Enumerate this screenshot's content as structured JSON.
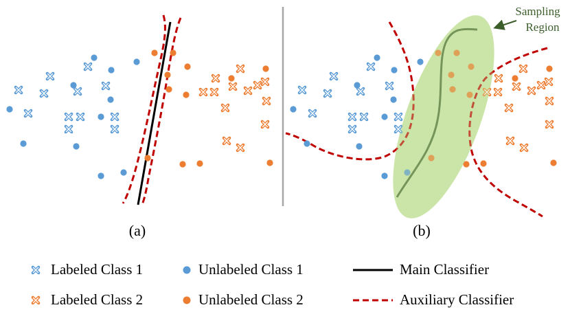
{
  "colors": {
    "class1": "#5b9bd5",
    "class2": "#ed7d31",
    "main_classifier": "#000000",
    "auxiliary_classifier": "#c00000",
    "sampling_region_fill": "#c6e3a0",
    "sampling_region_text": "#3b5e2b",
    "divider": "#a6a6a6"
  },
  "panels": [
    {
      "label": "(a)",
      "labeled_class1": [
        [
          27,
          131
        ],
        [
          73,
          111
        ],
        [
          64,
          136
        ],
        [
          128,
          97
        ],
        [
          113,
          133
        ],
        [
          154,
          125
        ],
        [
          41,
          165
        ],
        [
          100,
          170
        ],
        [
          117,
          170
        ],
        [
          167,
          170
        ],
        [
          100,
          188
        ],
        [
          167,
          188
        ]
      ],
      "unlabeled_class1": [
        [
          14,
          159
        ],
        [
          137,
          84
        ],
        [
          107,
          124
        ],
        [
          162,
          102
        ],
        [
          161,
          145
        ],
        [
          147,
          170
        ],
        [
          199,
          90
        ],
        [
          34,
          209
        ],
        [
          111,
          213
        ],
        [
          180,
          251
        ],
        [
          147,
          256
        ]
      ],
      "labeled_class2": [
        [
          350,
          100
        ],
        [
          314,
          114
        ],
        [
          296,
          134
        ],
        [
          312,
          134
        ],
        [
          339,
          126
        ],
        [
          386,
          119
        ],
        [
          375,
          124
        ],
        [
          388,
          147
        ],
        [
          361,
          132
        ],
        [
          328,
          157
        ],
        [
          386,
          181
        ],
        [
          330,
          205
        ],
        [
          350,
          215
        ]
      ],
      "unlabeled_class2": [
        [
          225,
          77
        ],
        [
          252,
          77
        ],
        [
          273,
          97
        ],
        [
          387,
          100
        ],
        [
          244,
          109
        ],
        [
          246,
          130
        ],
        [
          271,
          138
        ],
        [
          337,
          114
        ],
        [
          215,
          230
        ],
        [
          266,
          239
        ],
        [
          291,
          238
        ],
        [
          393,
          237
        ]
      ]
    },
    {
      "label": "(b)",
      "labeled_class1": [
        [
          440,
          131
        ],
        [
          486,
          111
        ],
        [
          477,
          136
        ],
        [
          540,
          97
        ],
        [
          525,
          133
        ],
        [
          567,
          125
        ],
        [
          455,
          165
        ],
        [
          513,
          170
        ],
        [
          530,
          170
        ],
        [
          580,
          170
        ],
        [
          513,
          188
        ],
        [
          580,
          188
        ]
      ],
      "unlabeled_class1": [
        [
          427,
          159
        ],
        [
          549,
          84
        ],
        [
          520,
          124
        ],
        [
          574,
          102
        ],
        [
          573,
          145
        ],
        [
          560,
          170
        ],
        [
          612,
          90
        ],
        [
          447,
          209
        ],
        [
          523,
          213
        ],
        [
          593,
          251
        ],
        [
          560,
          256
        ]
      ],
      "labeled_class2": [
        [
          762,
          100
        ],
        [
          726,
          114
        ],
        [
          709,
          134
        ],
        [
          725,
          134
        ],
        [
          752,
          126
        ],
        [
          799,
          119
        ],
        [
          788,
          124
        ],
        [
          800,
          147
        ],
        [
          774,
          132
        ],
        [
          741,
          157
        ],
        [
          800,
          181
        ],
        [
          743,
          205
        ],
        [
          763,
          215
        ]
      ],
      "unlabeled_class2": [
        [
          638,
          77
        ],
        [
          665,
          77
        ],
        [
          686,
          97
        ],
        [
          800,
          100
        ],
        [
          657,
          109
        ],
        [
          659,
          130
        ],
        [
          684,
          138
        ],
        [
          750,
          114
        ],
        [
          628,
          230
        ],
        [
          679,
          239
        ],
        [
          704,
          238
        ],
        [
          806,
          237
        ]
      ]
    }
  ],
  "annotations": {
    "sampling_region": [
      "Sampling",
      "Region"
    ]
  },
  "legend": {
    "labeled_class1": "Labeled Class 1",
    "unlabeled_class1": "Unlabeled Class 1",
    "main_classifier": "Main Classifier",
    "labeled_class2": "Labeled Class 2",
    "unlabeled_class2": "Unlabeled Class 2",
    "auxiliary_classifier": "Auxiliary Classifier"
  }
}
